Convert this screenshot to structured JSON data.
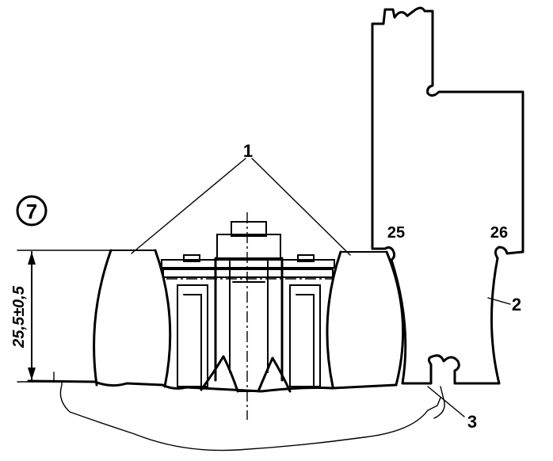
{
  "figure": {
    "step_number": "7",
    "dimension_label": "25,5±0,5",
    "callouts": {
      "part_1": "1",
      "part_2": "2",
      "part_3": "3",
      "mark_25": "25",
      "mark_26": "26"
    }
  }
}
